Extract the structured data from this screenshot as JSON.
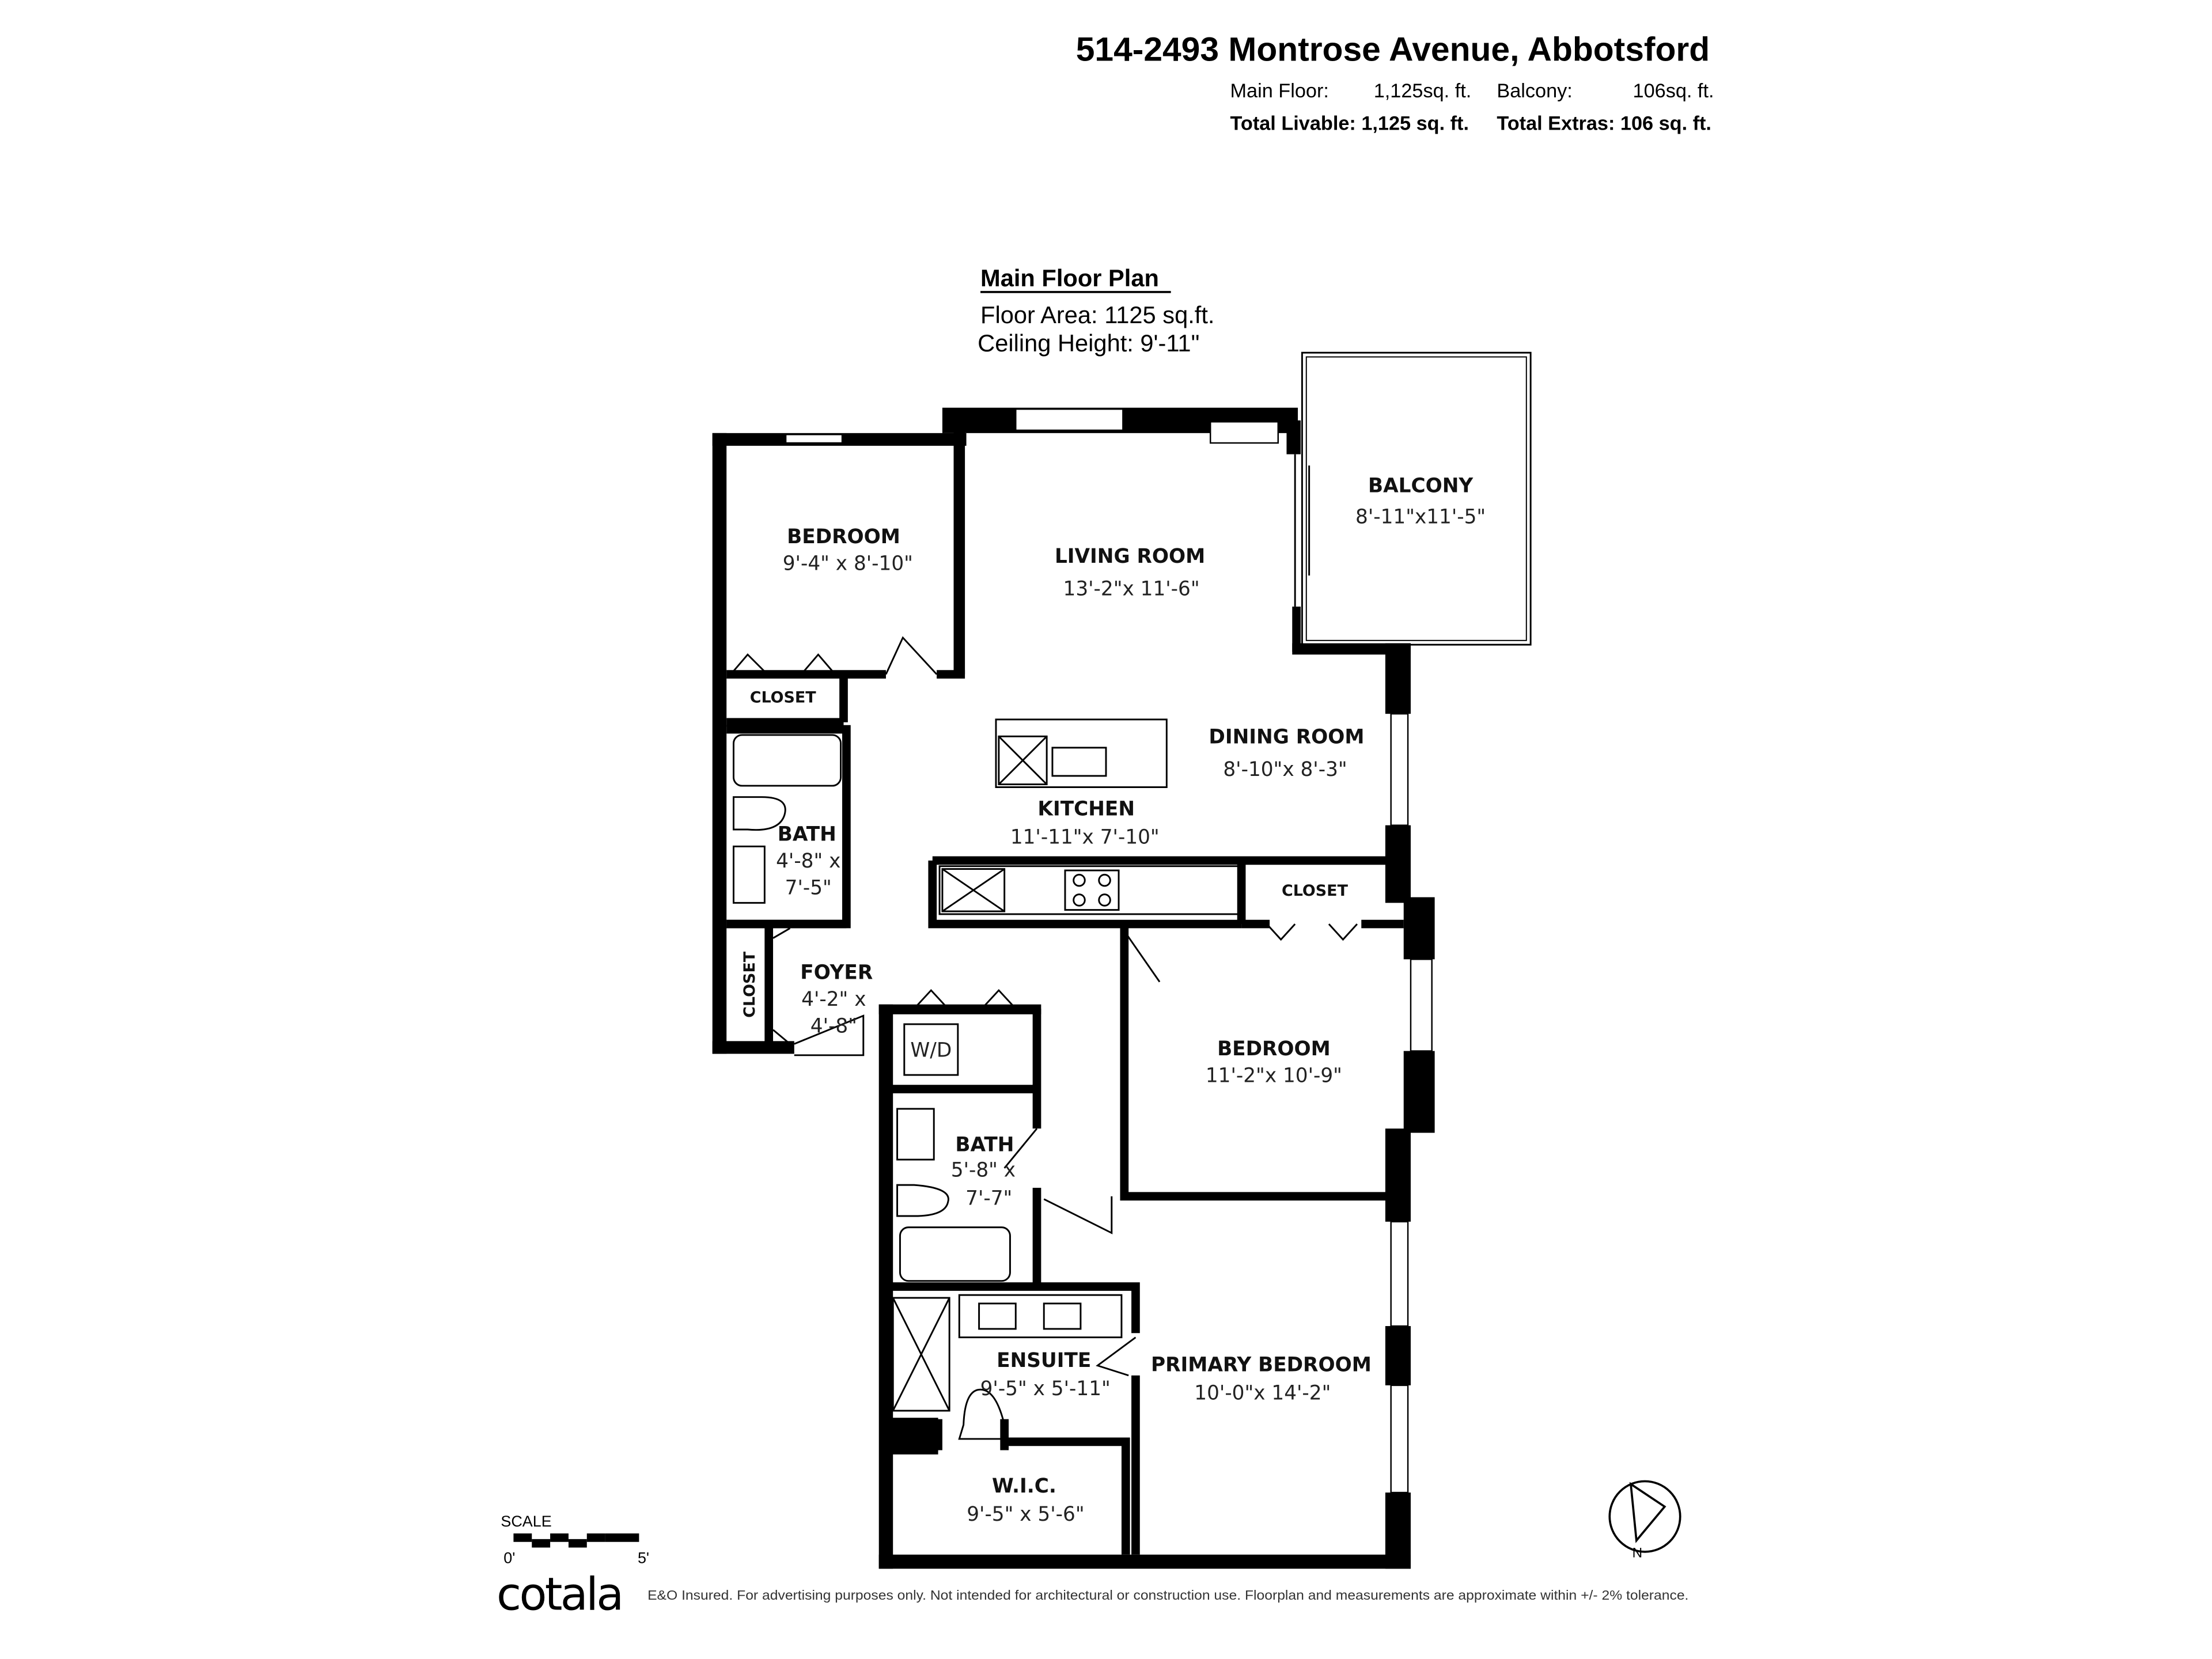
{
  "header": {
    "address": "514-2493 Montrose Avenue, Abbotsford",
    "main_floor_label": "Main Floor:",
    "main_floor_value": "1,125sq. ft.",
    "balcony_label": "Balcony:",
    "balcony_value": "106sq. ft.",
    "total_livable": "Total Livable: 1,125 sq. ft.",
    "total_extras": "Total Extras: 106 sq. ft."
  },
  "plan": {
    "title": "Main Floor Plan",
    "floor_area": "Floor Area: 1125 sq.ft.",
    "ceiling_height": "Ceiling Height: 9'-11\""
  },
  "rooms": {
    "balcony": {
      "name": "BALCONY",
      "dim": "8'-11\"x11'-5\""
    },
    "bedroom1": {
      "name": "BEDROOM",
      "dim": "9'-4\" x 8'-10\""
    },
    "living": {
      "name": "LIVING ROOM",
      "dim": "13'-2\"x 11'-6\""
    },
    "closet1": {
      "name": "CLOSET"
    },
    "dining": {
      "name": "DINING ROOM",
      "dim": "8'-10\"x 8'-3\""
    },
    "kitchen": {
      "name": "KITCHEN",
      "dim": "11'-11\"x 7'-10\""
    },
    "bath1": {
      "name": "BATH",
      "dim1": "4'-8\" x",
      "dim2": "7'-5\""
    },
    "closet2": {
      "name": "CLOSET"
    },
    "closet3": {
      "name": "CLOSET"
    },
    "foyer": {
      "name": "FOYER",
      "dim1": "4'-2\" x",
      "dim2": "4'-8\""
    },
    "wd": {
      "name": "W/D"
    },
    "bedroom2": {
      "name": "BEDROOM",
      "dim": "11'-2\"x 10'-9\""
    },
    "bath2": {
      "name": "BATH",
      "dim1": "5'-8\" x",
      "dim2": "7'-7\""
    },
    "ensuite": {
      "name": "ENSUITE",
      "dim": "9'-5\" x 5'-11\""
    },
    "primary": {
      "name": "PRIMARY BEDROOM",
      "dim": "10'-0\"x 14'-2\""
    },
    "wic": {
      "name": "W.I.C.",
      "dim": "9'-5\" x 5'-6\""
    }
  },
  "scale": {
    "label": "SCALE",
    "start": "0'",
    "end": "5'"
  },
  "compass": {
    "label": "N"
  },
  "footer": {
    "brand": "cotala",
    "disclaimer": "E&O Insured. For advertising purposes only. Not intended for architectural or construction use. Floorplan and measurements are approximate within +/- 2% tolerance."
  }
}
